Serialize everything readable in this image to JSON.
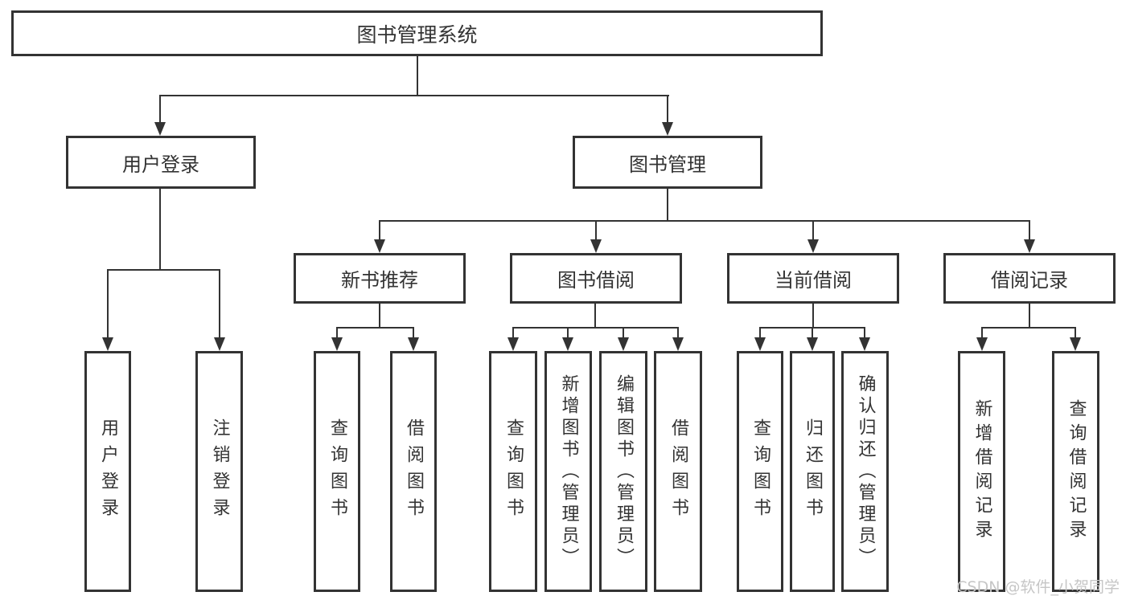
{
  "colors": {
    "line": "#333333",
    "bg": "#ffffff",
    "text": "#333333",
    "watermark": "#c6c6c6"
  },
  "watermark": {
    "text": "CSDN @软件_小贺同学"
  },
  "tree": {
    "root": {
      "label": "图书管理系统"
    },
    "children": [
      {
        "label": "用户登录",
        "children": [
          {
            "label": "用户登录"
          },
          {
            "label": "注销登录"
          }
        ]
      },
      {
        "label": "图书管理",
        "children": [
          {
            "label": "新书推荐",
            "children": [
              {
                "label": "查询图书"
              },
              {
                "label": "借阅图书"
              }
            ]
          },
          {
            "label": "图书借阅",
            "children": [
              {
                "label": "查询图书"
              },
              {
                "label": "新增图书（管理员）"
              },
              {
                "label": "编辑图书（管理员）"
              },
              {
                "label": "借阅图书"
              }
            ]
          },
          {
            "label": "当前借阅",
            "children": [
              {
                "label": "查询图书"
              },
              {
                "label": "归还图书"
              },
              {
                "label": "确认归还（管理员）"
              }
            ]
          },
          {
            "label": "借阅记录",
            "children": [
              {
                "label": "新增借阅记录"
              },
              {
                "label": "查询借阅记录"
              }
            ]
          }
        ]
      }
    ]
  }
}
